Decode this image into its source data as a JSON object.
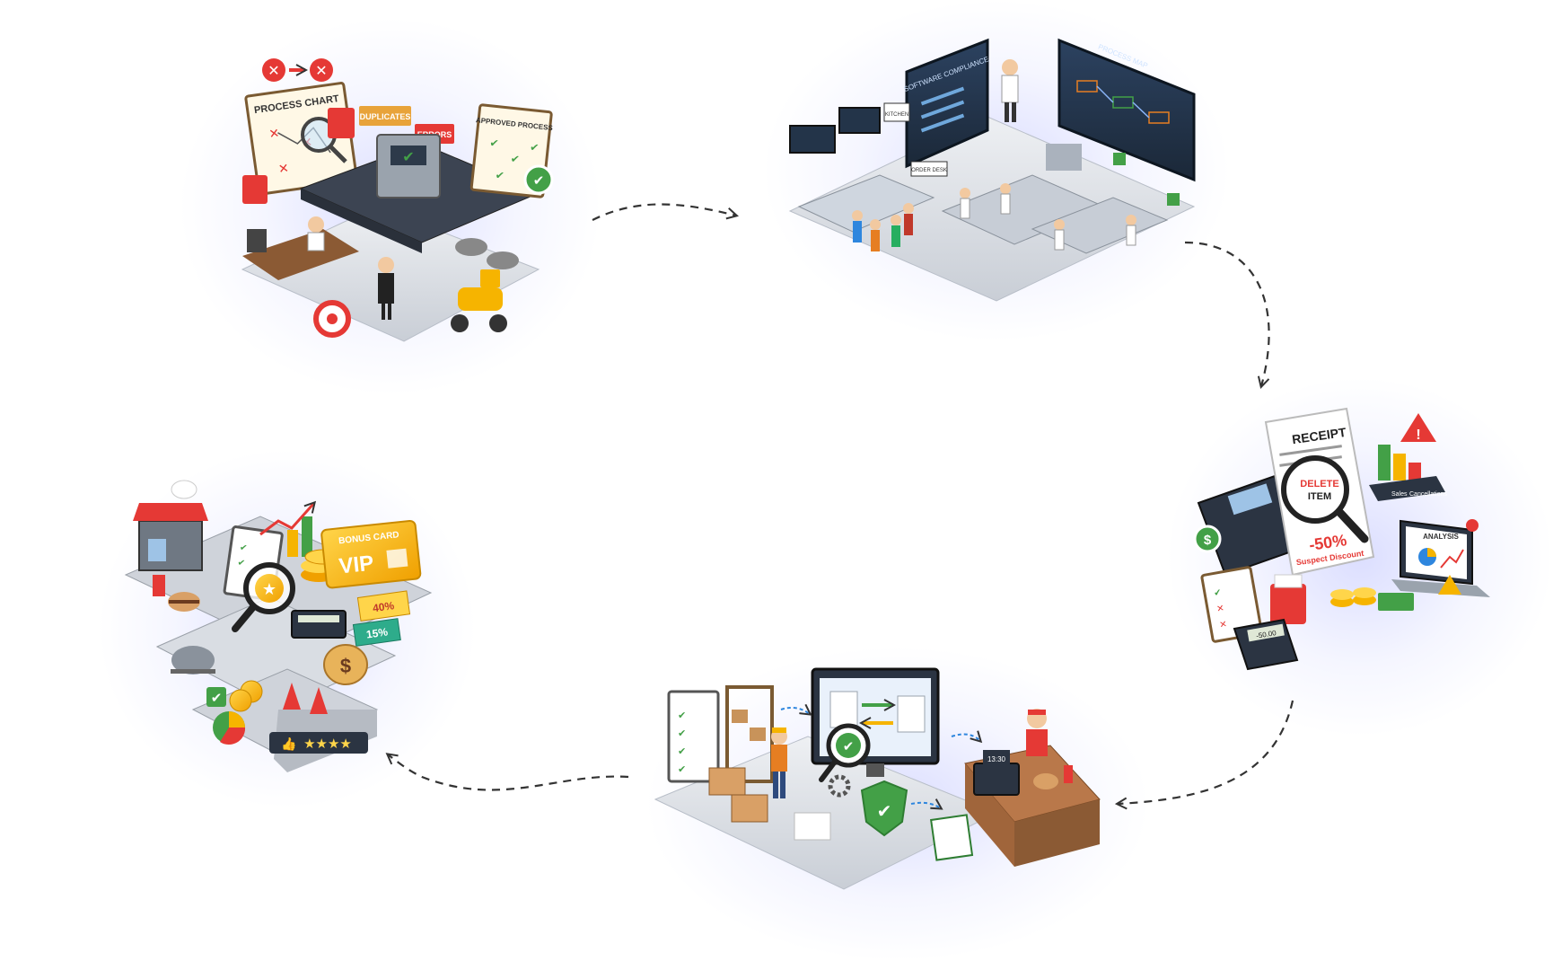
{
  "scene1": {
    "chart_title": "PROCESS CHART",
    "tag_duplicates": "DUPLICATES",
    "tag_errors": "ERRORS",
    "approved_title": "APPROVED PROCESS"
  },
  "scene2": {
    "screen_left_title": "SOFTWARE COMPLIANCE",
    "screen_right_title": "PROCESS MAP",
    "sign_kitchen": "KITCHEN",
    "sign_orders": "ORDER DESK"
  },
  "scene3": {
    "receipt_title": "RECEIPT",
    "delete_line1": "DELETE",
    "delete_line2": "ITEM",
    "discount_pct": "-50%",
    "discount_label": "Suspect Discount",
    "analysis_label": "ANALYSIS",
    "sales_label": "Sales",
    "cancellations_label": "Cancellations",
    "calc_display": "-50.00"
  },
  "scene4": {
    "clock_display": "13:30"
  },
  "scene5": {
    "card_title": "BONUS CARD",
    "card_vip": "VIP",
    "coupon_40": "40%",
    "coupon_15": "15%",
    "rating_stars": "★★★★"
  },
  "colors": {
    "arrow": "#333333",
    "accent_red": "#e53935",
    "accent_green": "#43a047",
    "accent_yellow": "#f6b400",
    "screen_dark": "#233449",
    "floor": "#d9dde3"
  }
}
